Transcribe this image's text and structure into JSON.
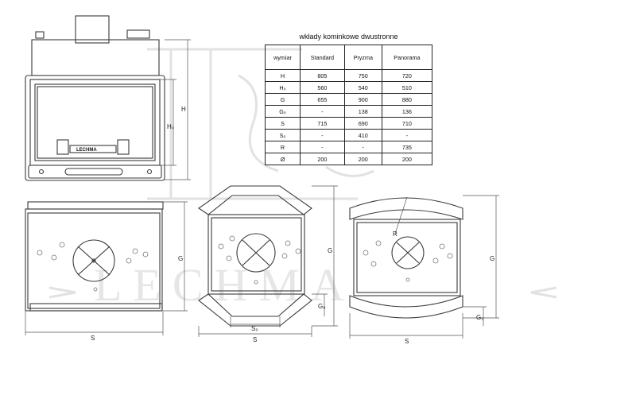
{
  "table": {
    "title": "wkłady kominkowe dwustronne",
    "headers": [
      "wymiar",
      "Standard",
      "Pryzma",
      "Panorama"
    ],
    "rows": [
      {
        "dim": "H",
        "standard": "805",
        "pryzma": "750",
        "panorama": "720"
      },
      {
        "dim": "H₀",
        "standard": "560",
        "pryzma": "540",
        "panorama": "510"
      },
      {
        "dim": "G",
        "standard": "655",
        "pryzma": "900",
        "panorama": "880"
      },
      {
        "dim": "G₀",
        "standard": "-",
        "pryzma": "138",
        "panorama": "136"
      },
      {
        "dim": "S",
        "standard": "715",
        "pryzma": "690",
        "panorama": "710"
      },
      {
        "dim": "S₀",
        "standard": "-",
        "pryzma": "410",
        "panorama": "-"
      },
      {
        "dim": "R",
        "standard": "-",
        "pryzma": "-",
        "panorama": "735"
      },
      {
        "dim": "Ø",
        "standard": "200",
        "pryzma": "200",
        "panorama": "200"
      }
    ]
  },
  "labels": {
    "H": "H",
    "H0": "H₀",
    "G": "G",
    "G0": "G₀",
    "S": "S",
    "S0": "S₀",
    "R": "R",
    "brand": "LECHMA",
    "watermark": "LECHMA"
  },
  "colors": {
    "line": "#3a3a3a",
    "watermark": "#e2e2e2"
  }
}
